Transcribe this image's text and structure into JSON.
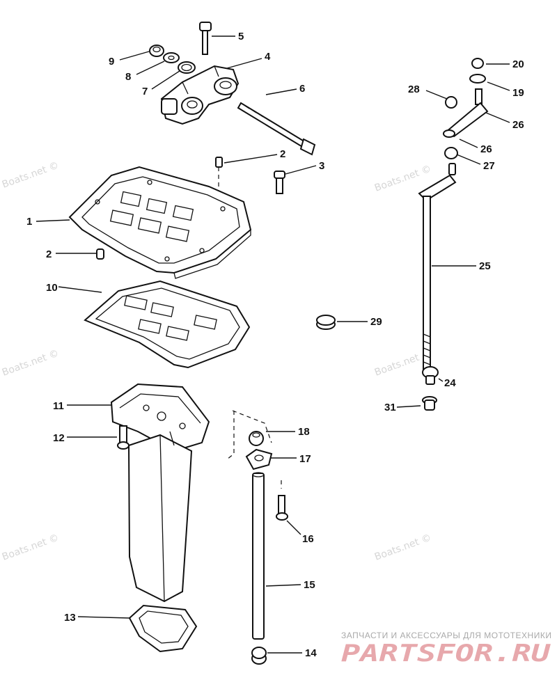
{
  "watermark": "Boats.net ©",
  "brand": {
    "tagline": "ЗАПЧАСТИ И АКСЕССУАРЫ ДЛЯ МОТОТЕХНИКИ",
    "name": "PARTSFOR.RU"
  },
  "callouts": {
    "c1": "1",
    "c2a": "2",
    "c2b": "2",
    "c3": "3",
    "c4": "4",
    "c5": "5",
    "c6": "6",
    "c7": "7",
    "c8": "8",
    "c9": "9",
    "c10": "10",
    "c11": "11",
    "c12": "12",
    "c13": "13",
    "c14": "14",
    "c15": "15",
    "c16": "16",
    "c17": "17",
    "c18": "18",
    "c19": "19",
    "c20": "20",
    "c24": "24",
    "c25": "25",
    "c26a": "26",
    "c26b": "26",
    "c27": "27",
    "c28": "28",
    "c29": "29",
    "c31": "31"
  }
}
